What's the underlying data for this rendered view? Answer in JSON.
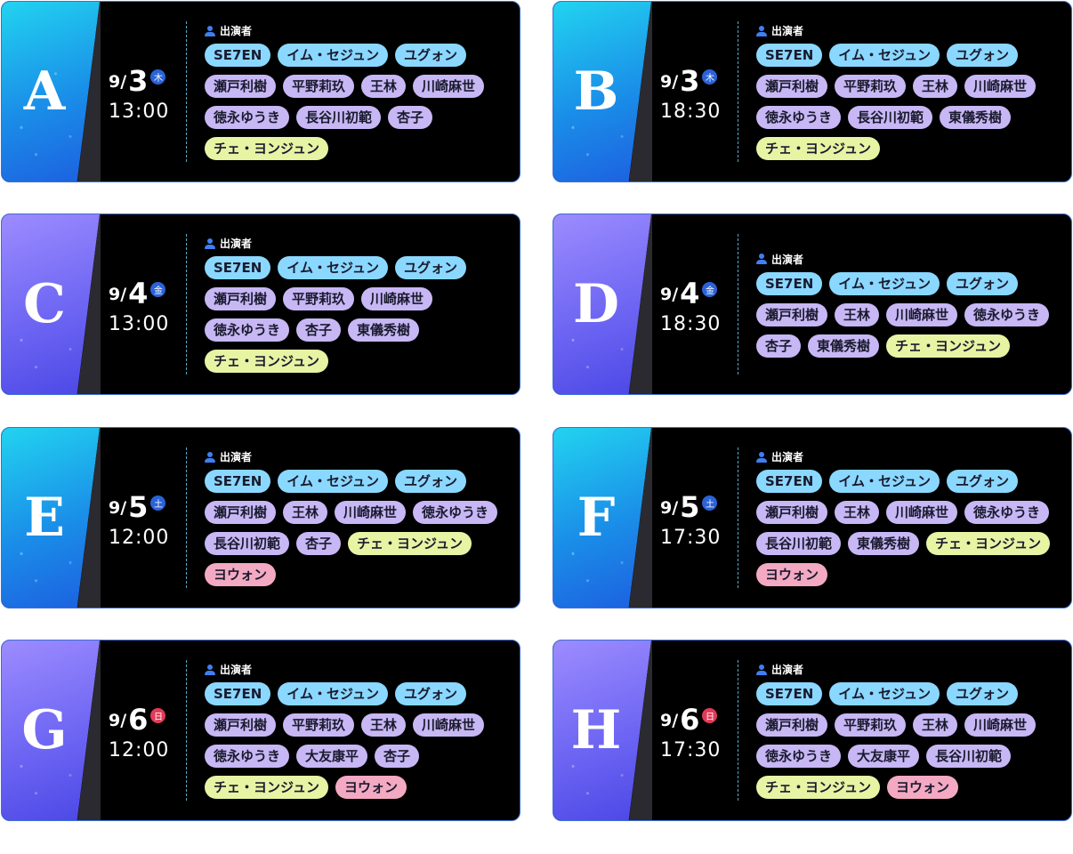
{
  "cast_header_label": "出演者",
  "colors": {
    "border": "#3f6fd6",
    "tag_blue": "#8ad8ff",
    "tag_purple": "#c7b7f4",
    "tag_yellow": "#e7f4a4",
    "tag_pink": "#f4a9c3",
    "weekday_blue": "#2a63d8",
    "weekday_red": "#e03b58"
  },
  "shows": [
    {
      "letter": "A",
      "month": "9/",
      "day": "3",
      "weekday": "木",
      "weekday_color": "blue",
      "time": "13:00",
      "panel_color": "cyan",
      "cast": [
        {
          "name": "SE7EN",
          "color": "blue"
        },
        {
          "name": "イム・セジュン",
          "color": "blue"
        },
        {
          "name": "ユグォン",
          "color": "blue"
        },
        {
          "name": "瀬戸利樹",
          "color": "purple"
        },
        {
          "name": "平野莉玖",
          "color": "purple"
        },
        {
          "name": "王林",
          "color": "purple"
        },
        {
          "name": "川崎麻世",
          "color": "purple"
        },
        {
          "name": "徳永ゆうき",
          "color": "purple"
        },
        {
          "name": "長谷川初範",
          "color": "purple"
        },
        {
          "name": "杏子",
          "color": "purple"
        },
        {
          "name": "チェ・ヨンジュン",
          "color": "yellow"
        }
      ]
    },
    {
      "letter": "B",
      "month": "9/",
      "day": "3",
      "weekday": "木",
      "weekday_color": "blue",
      "time": "18:30",
      "panel_color": "cyan",
      "cast": [
        {
          "name": "SE7EN",
          "color": "blue"
        },
        {
          "name": "イム・セジュン",
          "color": "blue"
        },
        {
          "name": "ユグォン",
          "color": "blue"
        },
        {
          "name": "瀬戸利樹",
          "color": "purple"
        },
        {
          "name": "平野莉玖",
          "color": "purple"
        },
        {
          "name": "王林",
          "color": "purple"
        },
        {
          "name": "川崎麻世",
          "color": "purple"
        },
        {
          "name": "徳永ゆうき",
          "color": "purple"
        },
        {
          "name": "長谷川初範",
          "color": "purple"
        },
        {
          "name": "東儀秀樹",
          "color": "purple"
        },
        {
          "name": "チェ・ヨンジュン",
          "color": "yellow"
        }
      ]
    },
    {
      "letter": "C",
      "month": "9/",
      "day": "4",
      "weekday": "金",
      "weekday_color": "blue",
      "time": "13:00",
      "panel_color": "violet",
      "cast": [
        {
          "name": "SE7EN",
          "color": "blue"
        },
        {
          "name": "イム・セジュン",
          "color": "blue"
        },
        {
          "name": "ユグォン",
          "color": "blue"
        },
        {
          "name": "瀬戸利樹",
          "color": "purple"
        },
        {
          "name": "平野莉玖",
          "color": "purple"
        },
        {
          "name": "川崎麻世",
          "color": "purple"
        },
        {
          "name": "徳永ゆうき",
          "color": "purple"
        },
        {
          "name": "杏子",
          "color": "purple"
        },
        {
          "name": "東儀秀樹",
          "color": "purple"
        },
        {
          "name": "チェ・ヨンジュン",
          "color": "yellow"
        }
      ]
    },
    {
      "letter": "D",
      "month": "9/",
      "day": "4",
      "weekday": "金",
      "weekday_color": "blue",
      "time": "18:30",
      "panel_color": "violet",
      "cast": [
        {
          "name": "SE7EN",
          "color": "blue"
        },
        {
          "name": "イム・セジュン",
          "color": "blue"
        },
        {
          "name": "ユグォン",
          "color": "blue"
        },
        {
          "name": "瀬戸利樹",
          "color": "purple"
        },
        {
          "name": "王林",
          "color": "purple"
        },
        {
          "name": "川崎麻世",
          "color": "purple"
        },
        {
          "name": "徳永ゆうき",
          "color": "purple"
        },
        {
          "name": "杏子",
          "color": "purple"
        },
        {
          "name": "東儀秀樹",
          "color": "purple"
        },
        {
          "name": "チェ・ヨンジュン",
          "color": "yellow"
        }
      ]
    },
    {
      "letter": "E",
      "month": "9/",
      "day": "5",
      "weekday": "土",
      "weekday_color": "blue",
      "time": "12:00",
      "panel_color": "cyan",
      "cast": [
        {
          "name": "SE7EN",
          "color": "blue"
        },
        {
          "name": "イム・セジュン",
          "color": "blue"
        },
        {
          "name": "ユグォン",
          "color": "blue"
        },
        {
          "name": "瀬戸利樹",
          "color": "purple"
        },
        {
          "name": "王林",
          "color": "purple"
        },
        {
          "name": "川崎麻世",
          "color": "purple"
        },
        {
          "name": "徳永ゆうき",
          "color": "purple"
        },
        {
          "name": "長谷川初範",
          "color": "purple"
        },
        {
          "name": "杏子",
          "color": "purple"
        },
        {
          "name": "チェ・ヨンジュン",
          "color": "yellow"
        },
        {
          "name": "ヨウォン",
          "color": "pink"
        }
      ]
    },
    {
      "letter": "F",
      "month": "9/",
      "day": "5",
      "weekday": "土",
      "weekday_color": "blue",
      "time": "17:30",
      "panel_color": "cyan",
      "cast": [
        {
          "name": "SE7EN",
          "color": "blue"
        },
        {
          "name": "イム・セジュン",
          "color": "blue"
        },
        {
          "name": "ユグォン",
          "color": "blue"
        },
        {
          "name": "瀬戸利樹",
          "color": "purple"
        },
        {
          "name": "王林",
          "color": "purple"
        },
        {
          "name": "川崎麻世",
          "color": "purple"
        },
        {
          "name": "徳永ゆうき",
          "color": "purple"
        },
        {
          "name": "長谷川初範",
          "color": "purple"
        },
        {
          "name": "東儀秀樹",
          "color": "purple"
        },
        {
          "name": "チェ・ヨンジュン",
          "color": "yellow"
        },
        {
          "name": "ヨウォン",
          "color": "pink"
        }
      ]
    },
    {
      "letter": "G",
      "month": "9/",
      "day": "6",
      "weekday": "日",
      "weekday_color": "red",
      "time": "12:00",
      "panel_color": "violet",
      "cast": [
        {
          "name": "SE7EN",
          "color": "blue"
        },
        {
          "name": "イム・セジュン",
          "color": "blue"
        },
        {
          "name": "ユグォン",
          "color": "blue"
        },
        {
          "name": "瀬戸利樹",
          "color": "purple"
        },
        {
          "name": "平野莉玖",
          "color": "purple"
        },
        {
          "name": "王林",
          "color": "purple"
        },
        {
          "name": "川崎麻世",
          "color": "purple"
        },
        {
          "name": "徳永ゆうき",
          "color": "purple"
        },
        {
          "name": "大友康平",
          "color": "purple"
        },
        {
          "name": "杏子",
          "color": "purple"
        },
        {
          "name": "チェ・ヨンジュン",
          "color": "yellow"
        },
        {
          "name": "ヨウォン",
          "color": "pink"
        }
      ]
    },
    {
      "letter": "H",
      "month": "9/",
      "day": "6",
      "weekday": "日",
      "weekday_color": "red",
      "time": "17:30",
      "panel_color": "violet",
      "cast": [
        {
          "name": "SE7EN",
          "color": "blue"
        },
        {
          "name": "イム・セジュン",
          "color": "blue"
        },
        {
          "name": "ユグォン",
          "color": "blue"
        },
        {
          "name": "瀬戸利樹",
          "color": "purple"
        },
        {
          "name": "平野莉玖",
          "color": "purple"
        },
        {
          "name": "王林",
          "color": "purple"
        },
        {
          "name": "川崎麻世",
          "color": "purple"
        },
        {
          "name": "徳永ゆうき",
          "color": "purple"
        },
        {
          "name": "大友康平",
          "color": "purple"
        },
        {
          "name": "長谷川初範",
          "color": "purple"
        },
        {
          "name": "チェ・ヨンジュン",
          "color": "yellow"
        },
        {
          "name": "ヨウォン",
          "color": "pink"
        }
      ]
    }
  ]
}
